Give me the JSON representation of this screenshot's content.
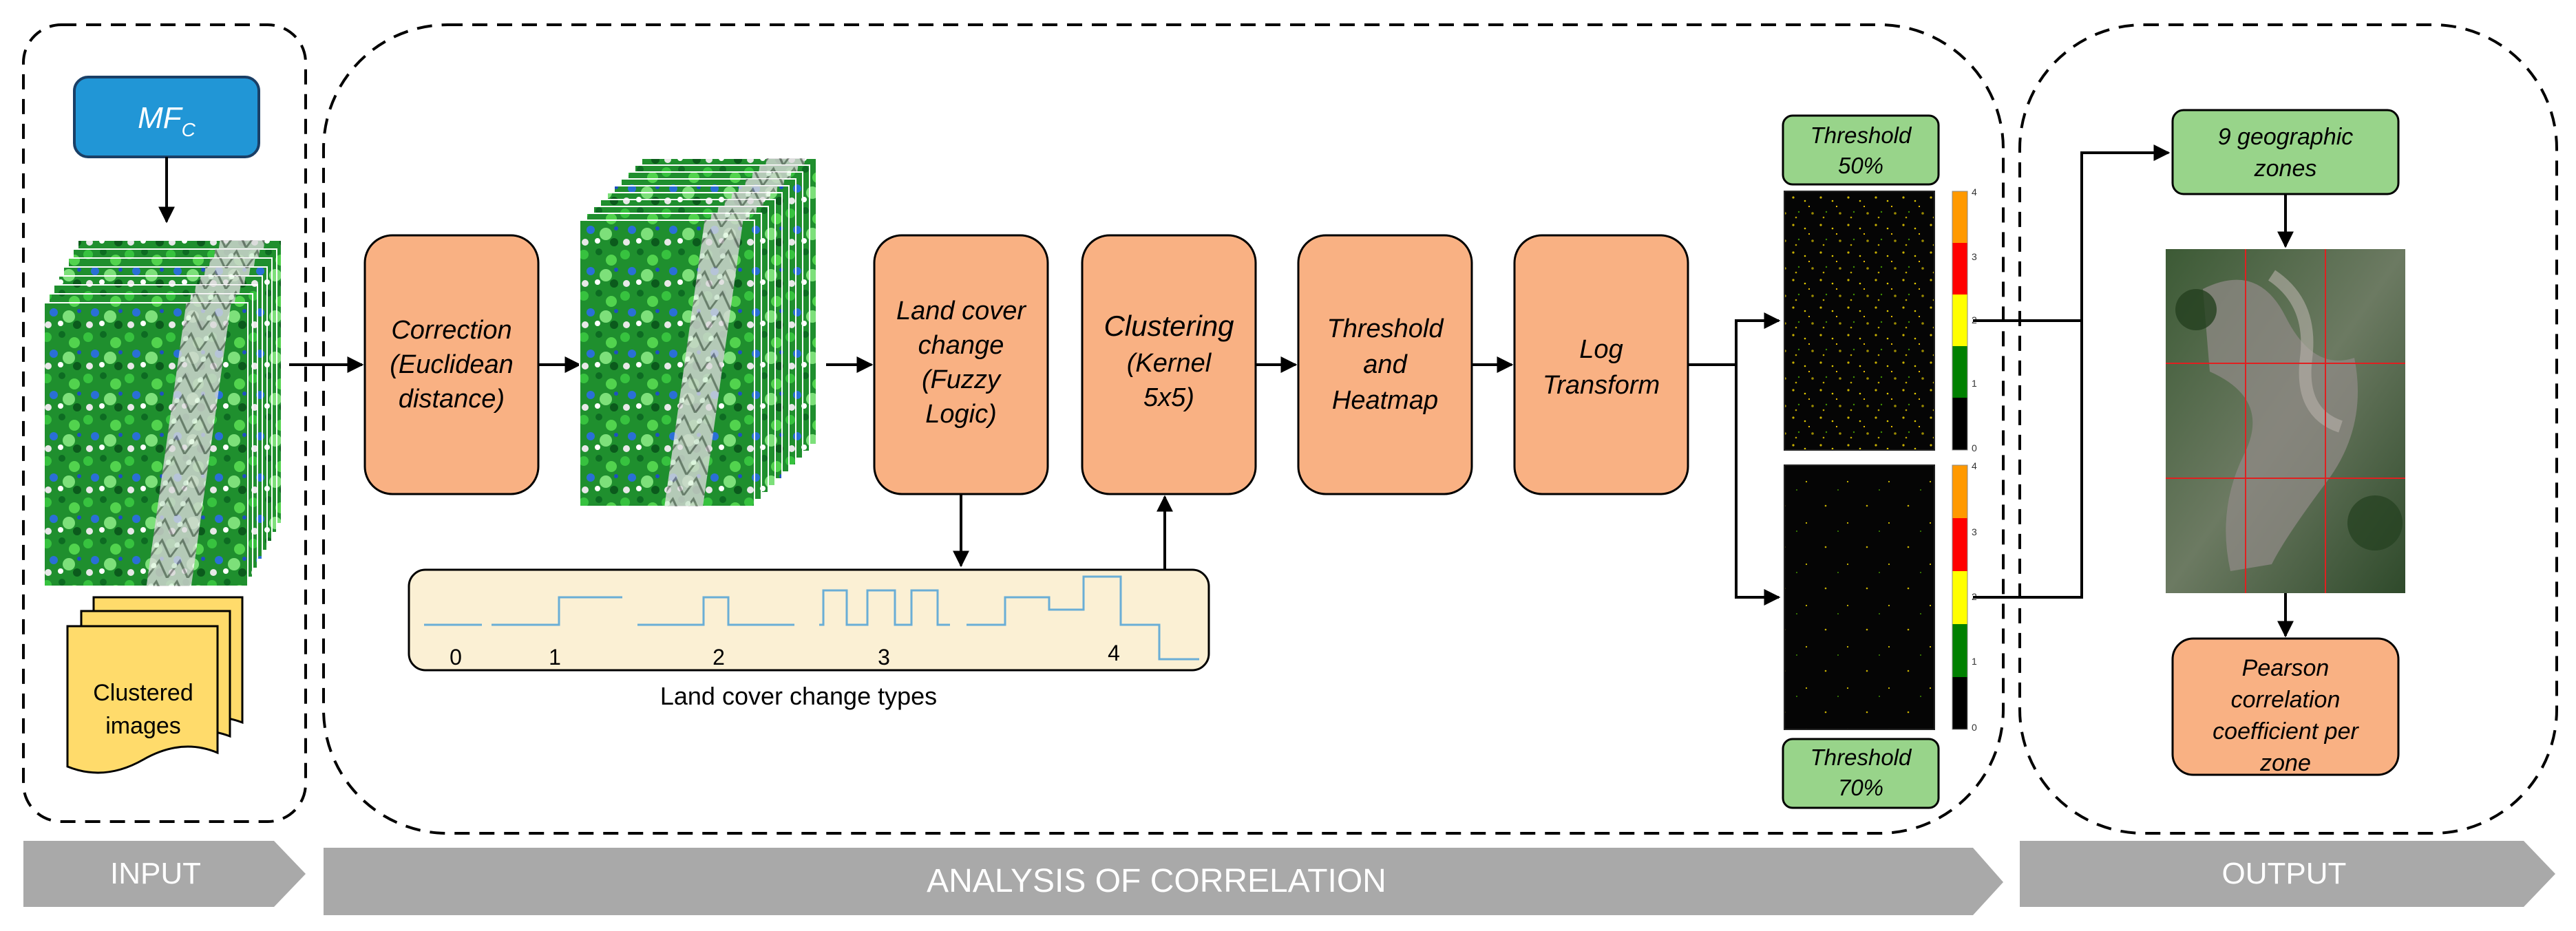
{
  "sections": {
    "input": "INPUT",
    "analysis": "ANALYSIS OF CORRELATION",
    "output": "OUTPUT"
  },
  "input": {
    "mf_main": "MF",
    "mf_sub": "C",
    "clustered_images": [
      "Clustered",
      "images"
    ]
  },
  "steps": {
    "correction": [
      "Correction",
      "(Euclidean",
      "distance)"
    ],
    "land_cover_change": [
      "Land cover",
      "change",
      "(Fuzzy",
      "Logic)"
    ],
    "clustering": [
      "Clustering",
      "(Kernel",
      "5x5)"
    ],
    "threshold_heatmap": [
      "Threshold",
      "and",
      "Heatmap"
    ],
    "log_transform": [
      "Log",
      "Transform"
    ]
  },
  "change_types": {
    "caption": "Land cover change types",
    "labels": [
      "0",
      "1",
      "2",
      "3",
      "4"
    ]
  },
  "thresholds": {
    "t50": [
      "Threshold",
      "50%"
    ],
    "t70": [
      "Threshold",
      "70%"
    ],
    "colorbar_ticks": [
      "4",
      "3",
      "2",
      "1",
      "0"
    ]
  },
  "output": {
    "zones": [
      "9 geographic",
      "zones"
    ],
    "pearson": [
      "Pearson",
      "correlation",
      "coefficient per",
      "zone"
    ]
  },
  "colors": {
    "blue_box": "#2196d6",
    "orange_box": "#f9b183",
    "green_box": "#98d48a",
    "yellow_doc": "#ffdb6b",
    "banner": "#a9a9a9",
    "signal_panel": "#fbf0d4",
    "signal_line": "#6aaed6",
    "colorbar": [
      "#ff9900",
      "#ff0000",
      "#ffff00",
      "#008000",
      "#000000"
    ]
  },
  "icons": [
    "arrow-icon",
    "satellite-image-stack",
    "document-stack-icon"
  ]
}
